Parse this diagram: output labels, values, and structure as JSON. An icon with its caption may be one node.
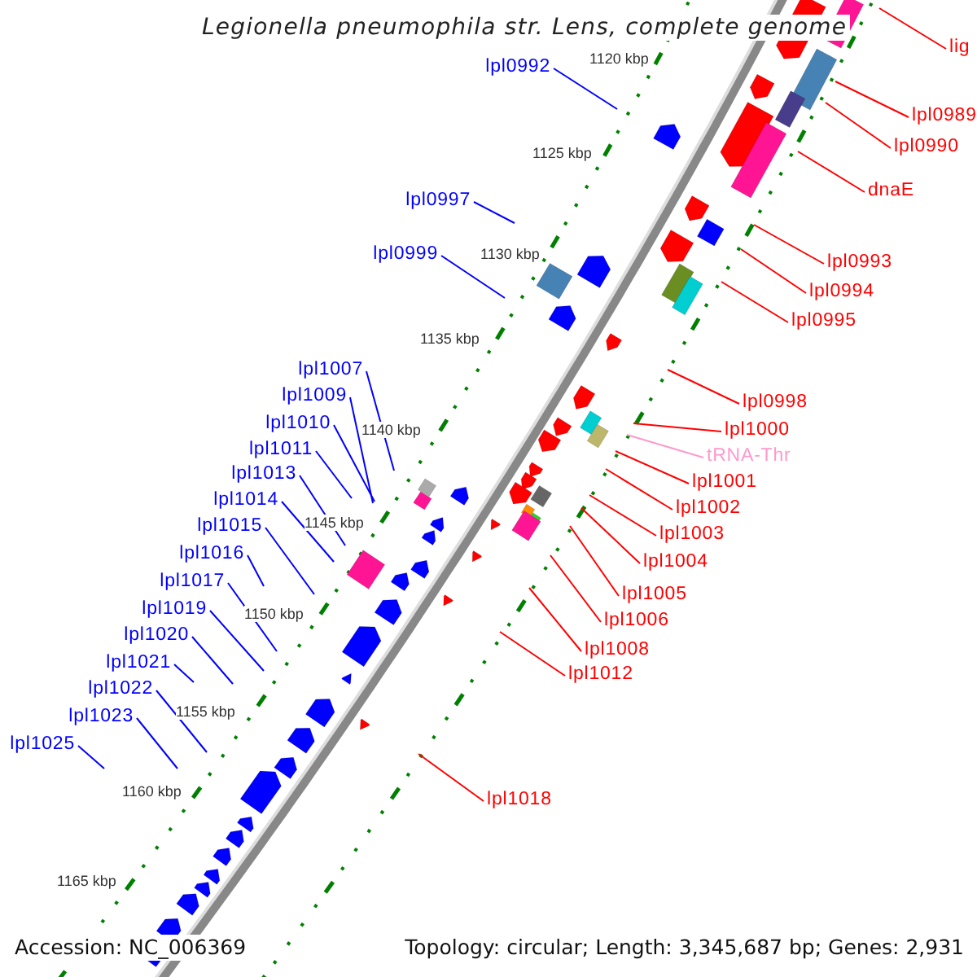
{
  "diagram": {
    "title": "Legionella pneumophila str. Lens, complete genome",
    "nodes": [
      {
        "text": [
          "lig"
        ]
      },
      {
        "text": [
          "lpl0992"
        ]
      },
      {
        "text": [
          "lpl0989"
        ]
      },
      {
        "text": [
          "lpl0990"
        ]
      },
      {
        "text": [
          "dnaE"
        ]
      },
      {
        "text": [
          "lpl0997"
        ]
      },
      {
        "text": [
          "lpl0999"
        ]
      },
      {
        "text": [
          "lpl0993"
        ]
      },
      {
        "text": [
          "lpl0994"
        ]
      },
      {
        "text": [
          "lpl0995"
        ]
      },
      {
        "text": [
          "lpl1007"
        ]
      },
      {
        "text": [
          "lpl1009"
        ]
      },
      {
        "text": [
          "lpl0998"
        ]
      },
      {
        "text": [
          "lpl1010"
        ]
      },
      {
        "text": [
          "lpl1000"
        ]
      },
      {
        "text": [
          "lpl1011"
        ]
      },
      {
        "text": [
          "tRNA-Thr"
        ]
      },
      {
        "text": [
          "lpl1013"
        ]
      },
      {
        "text": [
          "lpl1001"
        ]
      },
      {
        "text": [
          "lpl1014"
        ]
      },
      {
        "text": [
          "lpl1002"
        ]
      },
      {
        "text": [
          "lpl1015"
        ]
      },
      {
        "text": [
          "lpl1003"
        ]
      },
      {
        "text": [
          "lpl1016"
        ]
      },
      {
        "text": [
          "lpl1004"
        ]
      },
      {
        "text": [
          "lpl1017"
        ]
      },
      {
        "text": [
          "lpl1005"
        ]
      },
      {
        "text": [
          "lpl1019"
        ]
      },
      {
        "text": [
          "lpl1006"
        ]
      },
      {
        "text": [
          "lpl1020"
        ]
      },
      {
        "text": [
          "lpl1008"
        ]
      },
      {
        "text": [
          "lpl1021"
        ]
      },
      {
        "text": [
          "lpl1012"
        ]
      },
      {
        "text": [
          "lpl1022"
        ]
      },
      {
        "text": [
          "lpl1023"
        ]
      },
      {
        "text": [
          "lpl1025"
        ]
      },
      {
        "text": [
          "lpl1018"
        ]
      }
    ],
    "edges": [
      {
        "from": 0,
        "to": null,
        "arrow": "none",
        "color": "#ff0000"
      },
      {
        "from": 1,
        "to": null,
        "arrow": "none",
        "color": "#0000ff"
      },
      {
        "from": 2,
        "to": null,
        "arrow": "none",
        "color": "#ff0000"
      },
      {
        "from": 3,
        "to": null,
        "arrow": "none",
        "color": "#ff0000"
      },
      {
        "from": 4,
        "to": null,
        "arrow": "none",
        "color": "#ff0000"
      },
      {
        "from": 5,
        "to": null,
        "arrow": "none",
        "color": "#0000ff"
      },
      {
        "from": 6,
        "to": null,
        "arrow": "none",
        "color": "#0000ff"
      },
      {
        "from": 7,
        "to": null,
        "arrow": "none",
        "color": "#ff0000"
      },
      {
        "from": 8,
        "to": null,
        "arrow": "none",
        "color": "#ff0000"
      },
      {
        "from": 9,
        "to": null,
        "arrow": "none",
        "color": "#ff0000"
      },
      {
        "from": 10,
        "to": null,
        "arrow": "none",
        "color": "#0000ff"
      },
      {
        "from": 11,
        "to": null,
        "arrow": "none",
        "color": "#0000ff"
      },
      {
        "from": 12,
        "to": null,
        "arrow": "none",
        "color": "#ff0000"
      },
      {
        "from": 13,
        "to": null,
        "arrow": "none",
        "color": "#0000ff"
      },
      {
        "from": 14,
        "to": null,
        "arrow": "none",
        "color": "#ff0000"
      },
      {
        "from": 15,
        "to": null,
        "arrow": "none",
        "color": "#0000ff"
      },
      {
        "from": 16,
        "to": null,
        "arrow": "none",
        "color": "#ff99cc"
      },
      {
        "from": 17,
        "to": null,
        "arrow": "none",
        "color": "#0000ff"
      },
      {
        "from": 18,
        "to": null,
        "arrow": "none",
        "color": "#ff0000"
      },
      {
        "from": 19,
        "to": null,
        "arrow": "none",
        "color": "#0000ff"
      },
      {
        "from": 20,
        "to": null,
        "arrow": "none",
        "color": "#ff0000"
      },
      {
        "from": 21,
        "to": null,
        "arrow": "none",
        "color": "#0000ff"
      },
      {
        "from": 22,
        "to": null,
        "arrow": "none",
        "color": "#ff0000"
      },
      {
        "from": 23,
        "to": null,
        "arrow": "none",
        "color": "#0000ff"
      },
      {
        "from": 24,
        "to": null,
        "arrow": "none",
        "color": "#ff0000"
      },
      {
        "from": 25,
        "to": null,
        "arrow": "none",
        "color": "#0000ff"
      },
      {
        "from": 26,
        "to": null,
        "arrow": "none",
        "color": "#ff0000"
      },
      {
        "from": 27,
        "to": null,
        "arrow": "none",
        "color": "#0000ff"
      },
      {
        "from": 28,
        "to": null,
        "arrow": "none",
        "color": "#ff0000"
      },
      {
        "from": 29,
        "to": null,
        "arrow": "none",
        "color": "#0000ff"
      },
      {
        "from": 30,
        "to": null,
        "arrow": "none",
        "color": "#ff0000"
      },
      {
        "from": 31,
        "to": null,
        "arrow": "none",
        "color": "#0000ff"
      },
      {
        "from": 32,
        "to": null,
        "arrow": "none",
        "color": "#ff0000"
      },
      {
        "from": 33,
        "to": null,
        "arrow": "none",
        "color": "#0000ff"
      },
      {
        "from": 34,
        "to": null,
        "arrow": "none",
        "color": "#0000ff"
      },
      {
        "from": 35,
        "to": null,
        "arrow": "none",
        "color": "#0000ff"
      },
      {
        "from": 36,
        "to": null,
        "arrow": "none",
        "color": "#ff0000"
      }
    ],
    "labels": [
      "1120 kbp",
      "1125 kbp",
      "1130 kbp",
      "1135 kbp",
      "1140 kbp",
      "1145 kbp",
      "1150 kbp",
      "1155 kbp",
      "1160 kbp",
      "1165 kbp",
      "Accession: NC_006369",
      "Topology: circular; Length: 3,345,687 bp; Genes: 2,931"
    ]
  }
}
